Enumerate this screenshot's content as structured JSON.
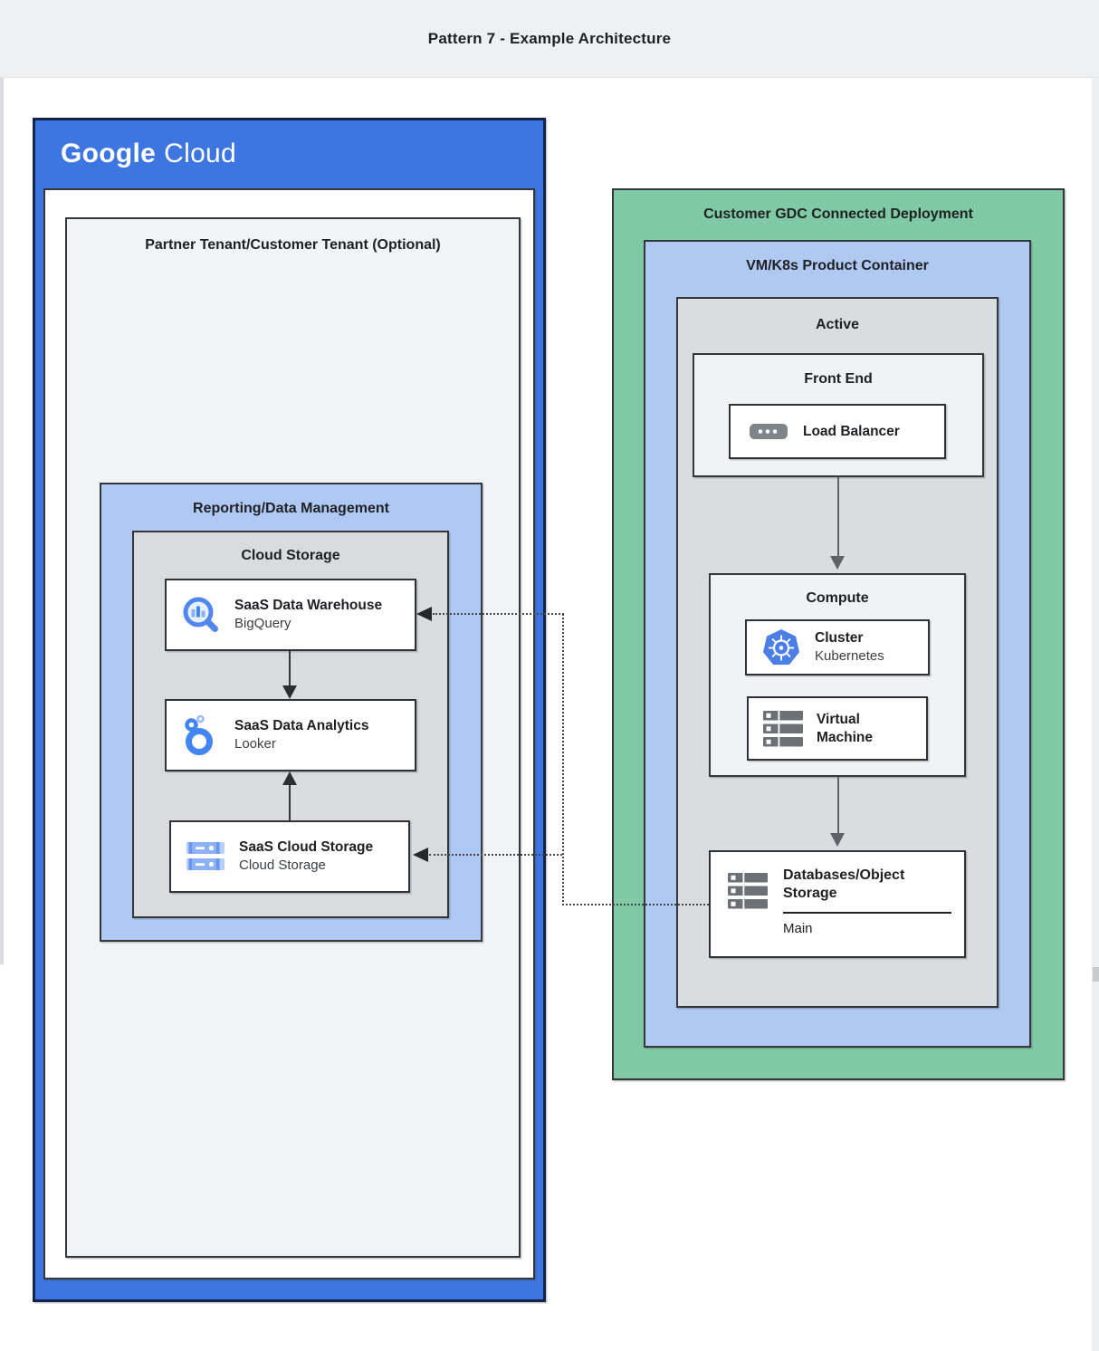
{
  "header": {
    "title": "Pattern 7 - Example Architecture"
  },
  "colors": {
    "google_cloud_blue": "#3D76E0",
    "gdc_green": "#7FC9A4",
    "container_light_blue": "#B0C9F3",
    "inner_gray": "#DADCE0",
    "panel_light_gray": "#F1F3F4",
    "icon_blue": "#4285F4",
    "icon_gray": "#6D7175",
    "border_dark": "#33363A"
  },
  "google_cloud": {
    "logo_google": "Google",
    "logo_cloud": "Cloud",
    "partner_tenant": {
      "title": "Partner Tenant/Customer Tenant (Optional)",
      "reporting": {
        "title": "Reporting/Data Management",
        "cloud_storage": {
          "title": "Cloud Storage",
          "warehouse": {
            "title": "SaaS Data Warehouse",
            "subtitle": "BigQuery",
            "icon": "bigquery-icon"
          },
          "analytics": {
            "title": "SaaS Data Analytics",
            "subtitle": "Looker",
            "icon": "looker-icon"
          },
          "storage": {
            "title": "SaaS Cloud Storage",
            "subtitle": "Cloud Storage",
            "icon": "cloud-storage-icon"
          }
        }
      }
    }
  },
  "gdc": {
    "title": "Customer GDC Connected Deployment",
    "vm_k8s": {
      "title": "VM/K8s Product Container",
      "active": {
        "title": "Active",
        "front_end": {
          "title": "Front End",
          "load_balancer": {
            "title": "Load Balancer",
            "icon": "load-balancer-icon"
          }
        },
        "compute": {
          "title": "Compute",
          "cluster": {
            "title": "Cluster",
            "subtitle": "Kubernetes",
            "icon": "kubernetes-icon"
          },
          "virtual_machine": {
            "title": "Virtual Machine",
            "icon": "virtual-machine-icon"
          }
        },
        "databases": {
          "title": "Databases/Object Storage",
          "label": "Main",
          "icon": "databases-icon"
        }
      }
    }
  }
}
